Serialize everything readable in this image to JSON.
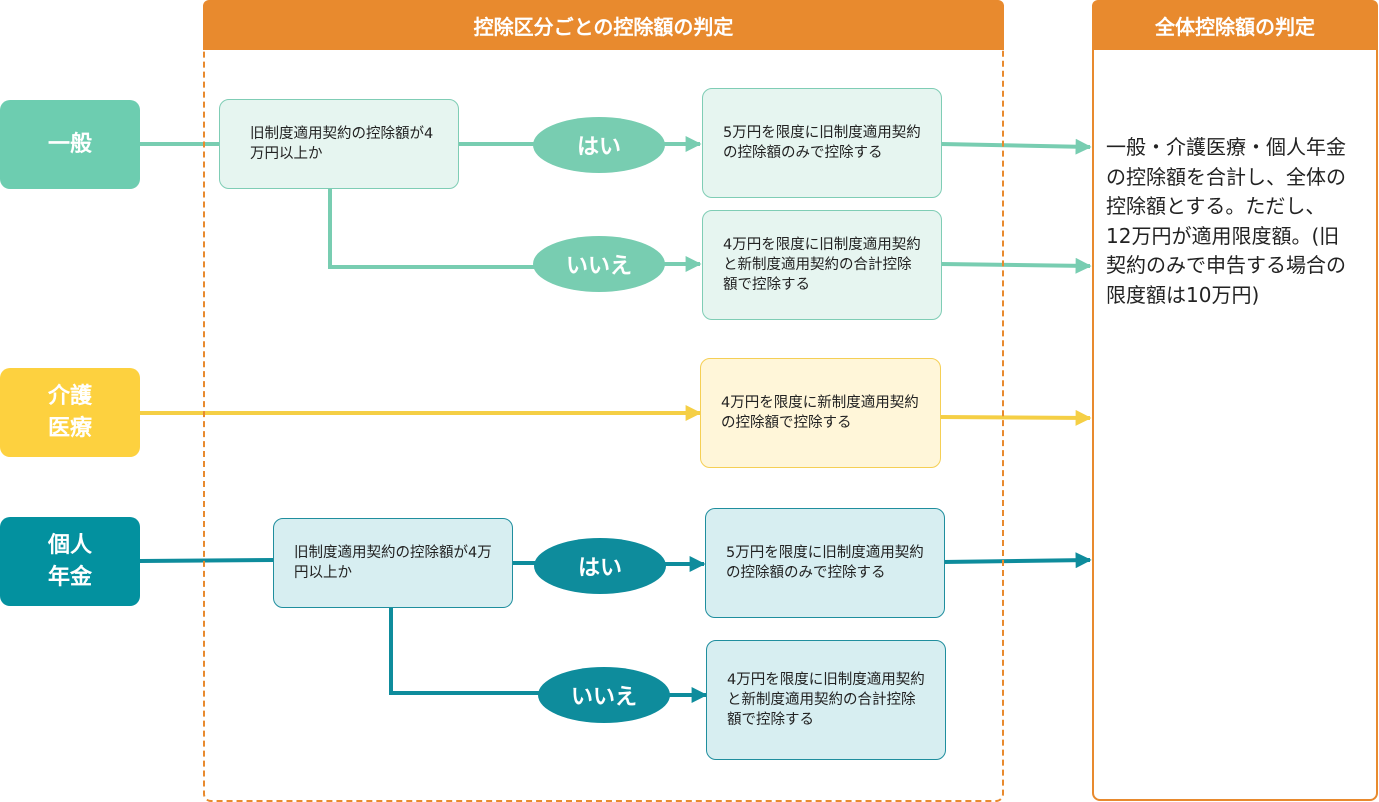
{
  "section_header": "控除区分ごとの控除額の判定",
  "total_header": "全体控除額の判定",
  "categories": {
    "general": {
      "lines": [
        "一般"
      ],
      "color": "#6dcdb0"
    },
    "care": {
      "lines": [
        "介護",
        "医療"
      ],
      "color": "#fdd13f"
    },
    "pension": {
      "lines": [
        "個人",
        "年金"
      ],
      "color": "#03919f"
    }
  },
  "general": {
    "question": "旧制度適用契約の控除額が4万円以上か",
    "yes_label": "はい",
    "no_label": "いいえ",
    "yes_result": "5万円を限度に旧制度適用契約の控除額のみで控除する",
    "no_result": "4万円を限度に旧制度適用契約と新制度適用契約の合計控除額で控除する"
  },
  "care": {
    "result": "4万円を限度に新制度適用契約の控除額で控除する"
  },
  "pension": {
    "question": "旧制度適用契約の控除額が4万円以上か",
    "yes_label": "はい",
    "no_label": "いいえ",
    "yes_result": "5万円を限度に旧制度適用契約の控除額のみで控除する",
    "no_result": "4万円を限度に旧制度適用契約と新制度適用契約の合計控除額で控除する"
  },
  "total_text": "一般・介護医療・個人年金の控除額を合計し、全体の控除額とする。ただし、12万円が適用限度額。(旧契約のみで申告する場合の限度額は10万円)",
  "colors": {
    "orange": "#e88a2e",
    "green": "#78cdb1",
    "yellow": "#f5cf45",
    "teal": "#0e8c9c"
  }
}
